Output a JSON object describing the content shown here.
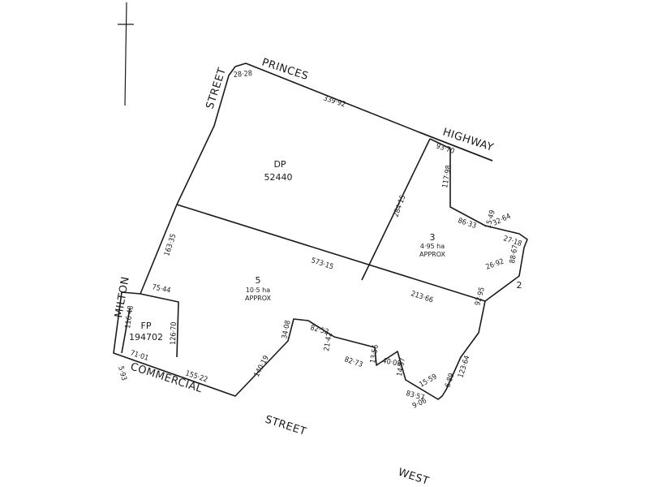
{
  "streets": {
    "princes": "PRINCES",
    "street_left": "STREET",
    "highway": "HIGHWAY",
    "milton": "MILTON",
    "commercial": "COMMERCIAL",
    "street_bottom": "STREET",
    "west": "WEST"
  },
  "lots": {
    "dp_label": "DP",
    "dp_number": "52440",
    "fp_label": "FP",
    "fp_number": "194702",
    "lot5_number": "5",
    "lot5_area": "10·5 ha",
    "lot5_approx": "APPROX",
    "lot3_number": "3",
    "lot3_area": "4·95 ha",
    "lot3_approx": "APPROX",
    "lot2_number": "2"
  },
  "dimensions": {
    "d_28_28": "28·28",
    "d_339_92": "339·92",
    "d_93_70": "93·70",
    "d_117_98": "117·98",
    "d_284_15": "284·15",
    "d_86_33": "86·33",
    "d_15_49": "15·49",
    "d_32_64": "32·64",
    "d_27_18": "27·18",
    "d_88_67": "88·67",
    "d_26_92": "26·92",
    "d_163_35": "163·35",
    "d_573_15": "573·15",
    "d_213_66": "213·66",
    "d_92_95": "92·95",
    "d_75_44": "75·44",
    "d_116_48": "116·48",
    "d_126_70": "126·70",
    "d_71_01": "71·01",
    "d_5_93": "5·93",
    "d_155_22": "155·22",
    "d_140_19": "140·19",
    "d_34_08": "34·08",
    "d_82_52": "82·52",
    "d_21_42": "21·42",
    "d_82_73": "82·73",
    "d_13_56": "13·56",
    "d_40_08": "40·08",
    "d_14_97": "14·97",
    "d_123_64": "123·64",
    "d_6_89": "6·89",
    "d_15_59": "15·59",
    "d_83_57": "83·57",
    "d_9_06": "9·06"
  }
}
